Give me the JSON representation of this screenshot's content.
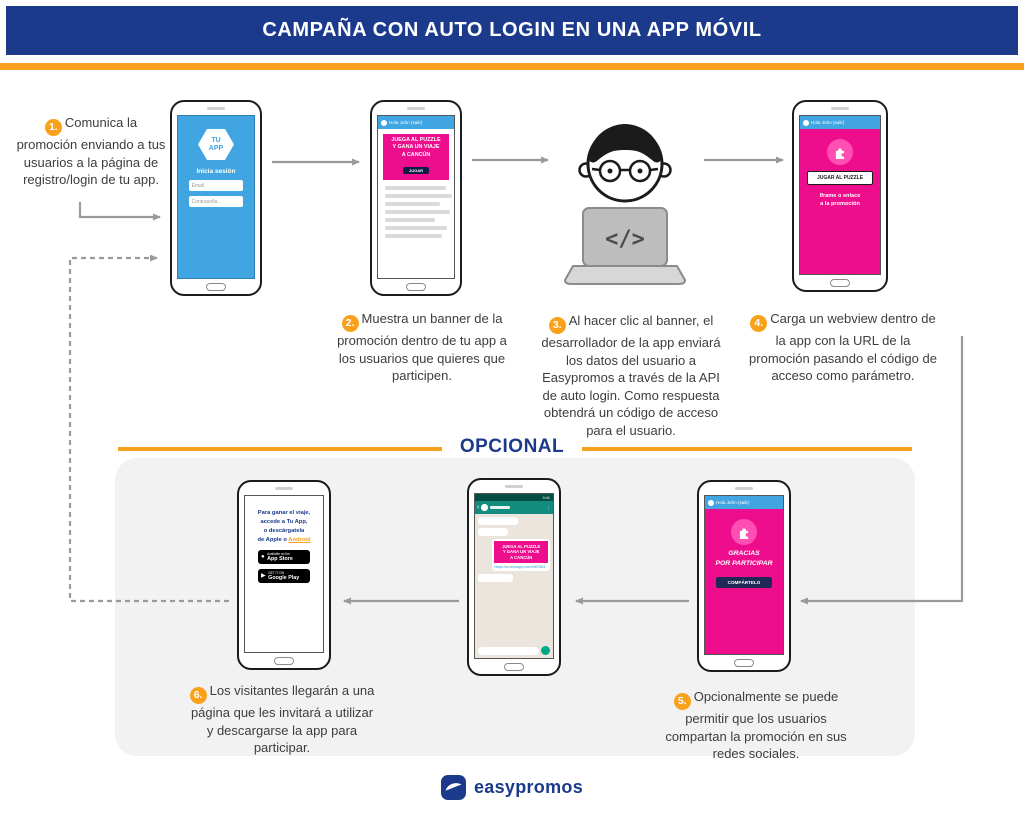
{
  "header": {
    "title": "CAMPAÑA CON AUTO LOGIN EN UNA APP MÓVIL"
  },
  "opcional_label": "OPCIONAL",
  "steps": {
    "s1": {
      "num": "1.",
      "text": "Comunica la promoción enviando a tus usuarios a la página de registro/login de tu app."
    },
    "s2": {
      "num": "2.",
      "text": "Muestra un banner de la promoción dentro de tu app a los usuarios que quieres que participen."
    },
    "s3": {
      "num": "3.",
      "text": "Al hacer clic al banner, el desarrollador de la app enviará los datos del usuario a Easypromos a través de la API de auto login. Como respuesta obtendrá un código de acceso para el usuario."
    },
    "s4": {
      "num": "4.",
      "text": "Carga un webview dentro de la app con la URL de la promoción pasando el código de acceso como parámetro."
    },
    "s5": {
      "num": "5.",
      "text": "Opcionalmente se puede permitir que los usuarios compartan la promoción en sus redes sociales."
    },
    "s6": {
      "num": "6.",
      "text": "Los visitantes llegarán a una página que les invitará a utilizar y descargarse la app para participar."
    }
  },
  "phone_login": {
    "app_name": "TU\nAPP",
    "title": "Inicia sesión",
    "email": "Email",
    "password": "Contraseña"
  },
  "app_header_greeting": "Hola John (salir)",
  "phone_banner": {
    "banner": "JUEGA AL PUZZLE\nY GANA UN VIAJE\nA CANCÚN",
    "button": "JUGAR"
  },
  "phone_webview": {
    "button": "JUGAR AL PUZZLE",
    "caption": "Iframe o enlace\na la promoción"
  },
  "phone_thanks": {
    "title": "GRACIAS\nPOR PARTICIPAR",
    "button": "COMPÁRTELO"
  },
  "phone_whatsapp": {
    "time": "9:41",
    "banner": "JUEGA AL PUZZLE\nY GANA UN VIAJE\nA CANCÚN",
    "link": "https://a.cstmapp.com/987654"
  },
  "phone_download": {
    "text": "Para ganar el viaje,\naccede a Tu App,\no descárgatela\nde Apple o ",
    "android": "Android",
    "appstore_top": "Available on the",
    "appstore": "App Store",
    "play_top": "GET IT ON",
    "play": "Google Play"
  },
  "developer": {
    "code": "</>"
  },
  "icons": {
    "apple": "●",
    "play": "▶",
    "back": "‹",
    "menu": "⋮"
  },
  "footer": {
    "brand": "easypromos"
  },
  "colors": {
    "brand_blue": "#1b3a8c",
    "accent_orange": "#f6a01c",
    "pink": "#ee0d8d",
    "app_blue": "#41a5e1",
    "whatsapp_teal": "#128c7e"
  }
}
